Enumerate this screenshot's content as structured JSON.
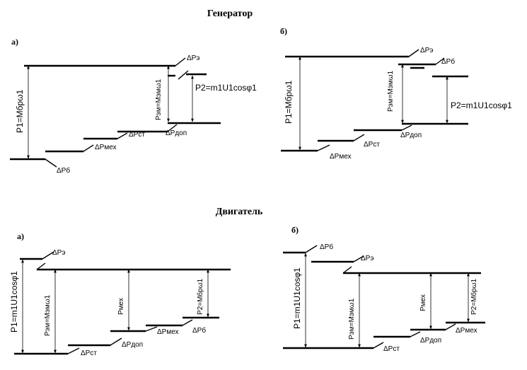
{
  "sections": {
    "generator_title": "Генератор",
    "motor_title": "Двигатель"
  },
  "panels": {
    "gen_a": {
      "letter": "а)",
      "p1": "P1=Mбрω1",
      "pem": "Pэм=Mэмω1",
      "p2": "P2=m1U1cosφ1",
      "loss_e": "ΔPэ",
      "loss_dop": "ΔPдоп",
      "loss_st": "ΔPст",
      "loss_meh": "ΔPмех",
      "loss_b": "ΔPб"
    },
    "gen_b": {
      "letter": "б)",
      "p1": "P1=Mбрω1",
      "pem": "Pэм=Mэмω1",
      "p2": "P2=m1U1cosφ1",
      "loss_e": "ΔPэ",
      "loss_b": "ΔPб",
      "loss_dop": "ΔPдоп",
      "loss_st": "ΔPст",
      "loss_meh": "ΔPмех"
    },
    "mot_a": {
      "letter": "а)",
      "p1": "P1=m1U1cosφ1",
      "pem": "Pэм=Mэмω1",
      "pmeh": "Pмех",
      "p2": "P2=Mбрω1",
      "loss_e": "ΔPэ",
      "loss_st": "ΔPст",
      "loss_dop": "ΔPдоп",
      "loss_meh": "ΔPмех",
      "loss_b": "ΔPб"
    },
    "mot_b": {
      "letter": "б)",
      "p1": "P1=m1U1cosφ1",
      "pem": "Pэм=Mэмω1",
      "pmeh": "Pмех",
      "p2": "P2=Mбрω1",
      "loss_b": "ΔPб",
      "loss_e": "ΔPэ",
      "loss_st": "ΔPст",
      "loss_dop": "ΔPдоп",
      "loss_meh": "ΔPмех"
    }
  }
}
